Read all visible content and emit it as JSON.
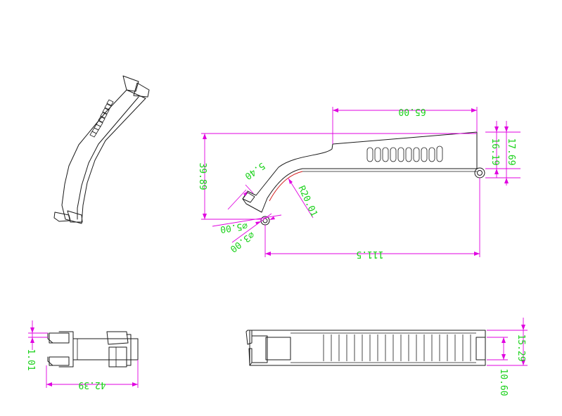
{
  "dimensions": {
    "side_top_length": "65.00",
    "side_overall_length": "111.5",
    "side_height": "39.89",
    "side_slot_depth": "5.40",
    "side_radius": "R20.01",
    "side_end_height": "17.69",
    "side_end_height_inner": "16.19",
    "side_hole_outer": "∅5.00",
    "side_hole_inner": "∅3.00",
    "end_view_width": "42.39",
    "end_view_gap": "1.01",
    "top_view_outer_height": "15.29",
    "top_view_inner_height": "10.60"
  }
}
